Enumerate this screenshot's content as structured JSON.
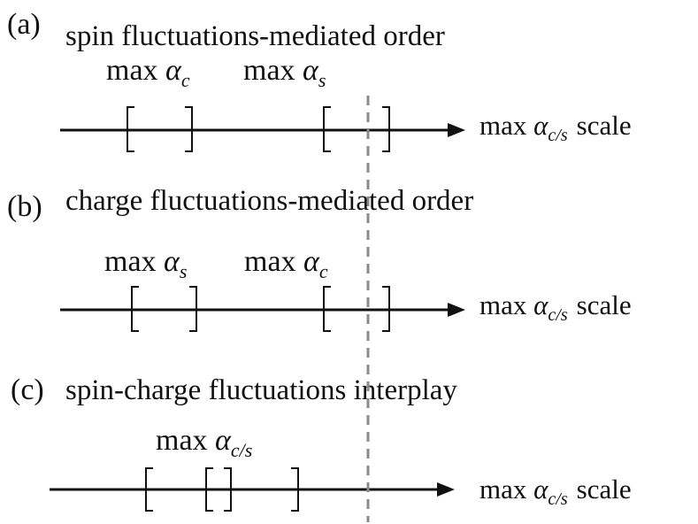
{
  "panels": [
    {
      "tag": "(a)",
      "title": "spin fluctuations-mediated order",
      "label_left": {
        "word": "max",
        "greek": "α",
        "sub": "c"
      },
      "label_right": {
        "word": "max",
        "greek": "α",
        "sub": "s"
      },
      "axis_label": {
        "word": "max",
        "greek": "α",
        "sub": "c/s",
        "unit": "scale"
      }
    },
    {
      "tag": "(b)",
      "title": "charge fluctuations-mediated order",
      "label_left": {
        "word": "max",
        "greek": "α",
        "sub": "s"
      },
      "label_right": {
        "word": "max",
        "greek": "α",
        "sub": "c"
      },
      "axis_label": {
        "word": "max",
        "greek": "α",
        "sub": "c/s",
        "unit": "scale"
      }
    },
    {
      "tag": "(c)",
      "title": "spin-charge fluctuations interplay",
      "label_center": {
        "word": "max",
        "greek": "α",
        "sub": "c/s"
      },
      "axis_label": {
        "word": "max",
        "greek": "α",
        "sub": "c/s",
        "unit": "scale"
      }
    }
  ],
  "colors": {
    "ink": "#111111",
    "threshold_line": "#8a8a8a"
  },
  "threshold_style": "dashed"
}
